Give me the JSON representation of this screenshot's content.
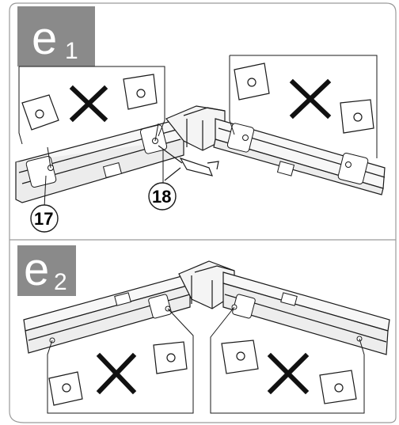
{
  "steps": [
    {
      "letter": "e",
      "sub": "1"
    },
    {
      "letter": "e",
      "sub": "2"
    }
  ],
  "callouts": {
    "part_17": "17",
    "part_18": "18"
  },
  "colors": {
    "tag_bg": "#8a8a8a",
    "line": "#1a1a1a",
    "panel_border": "#9a9a9a",
    "fill_light": "#f2f2f2"
  },
  "icons": {
    "wrong": "x-mark-icon"
  }
}
